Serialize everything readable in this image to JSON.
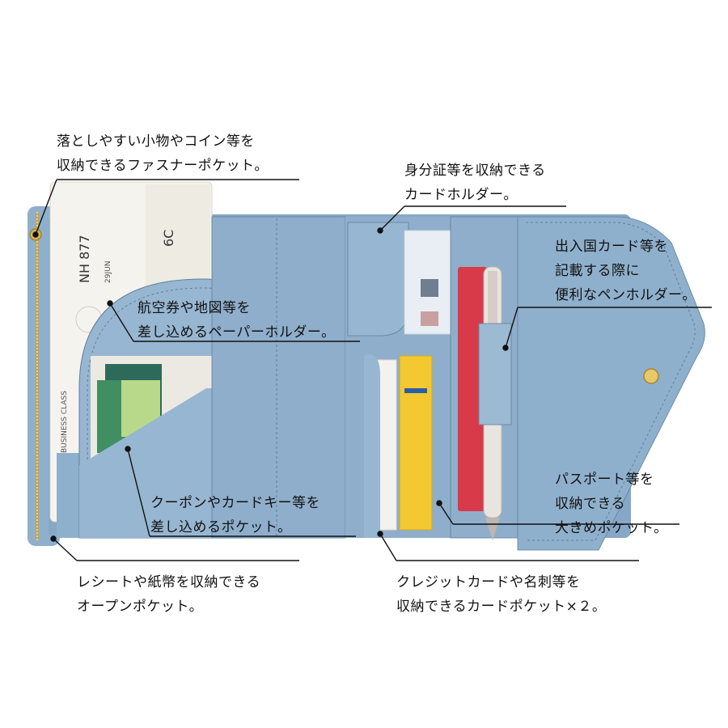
{
  "product": {
    "body_color": "#8fb0cc",
    "inner_color": "#7fa3c2",
    "pocket_color": "#9dbad3",
    "stitch_color": "#5f7f9b",
    "zipper_color": "#c9a24a",
    "passport_color": "#d83a4a",
    "card_color": "#f3c830"
  },
  "ticket": {
    "flight": "NH 877",
    "seat": "6C",
    "date": "29JUN",
    "class": "BUSINESS CLASS"
  },
  "callouts": {
    "zipper_pocket": {
      "line1": "落としやすい小物やコイン等を",
      "line2": "収納できるファスナーポケット。"
    },
    "card_holder": {
      "line1": "身分証等を収納できる",
      "line2": "カードホルダー。"
    },
    "pen_holder": {
      "line1": "出入国カード等を",
      "line2": "記載する際に",
      "line3": "便利なペンホルダー。"
    },
    "paper_holder": {
      "line1": "航空券や地図等を",
      "line2": "差し込めるペーパーホルダー。"
    },
    "coupon_pocket": {
      "line1": "クーポンやカードキー等を",
      "line2": "差し込めるポケット。"
    },
    "passport_pocket": {
      "line1": "パスポート等を",
      "line2": "収納できる",
      "line3": "大きめポケット。"
    },
    "open_pocket": {
      "line1": "レシートや紙幣を収納できる",
      "line2": "オープンポケット。"
    },
    "card_pockets": {
      "line1": "クレジットカードや名刺等を",
      "line2": "収納できるカードポケット×２。"
    }
  }
}
